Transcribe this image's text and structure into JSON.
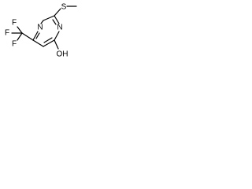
{
  "molecule": {
    "atoms": {
      "s": "S",
      "n_top": "N",
      "n_bottom": "N",
      "oh": "OH",
      "f_top": "F",
      "f_left": "F",
      "f_bottom": "F"
    }
  }
}
